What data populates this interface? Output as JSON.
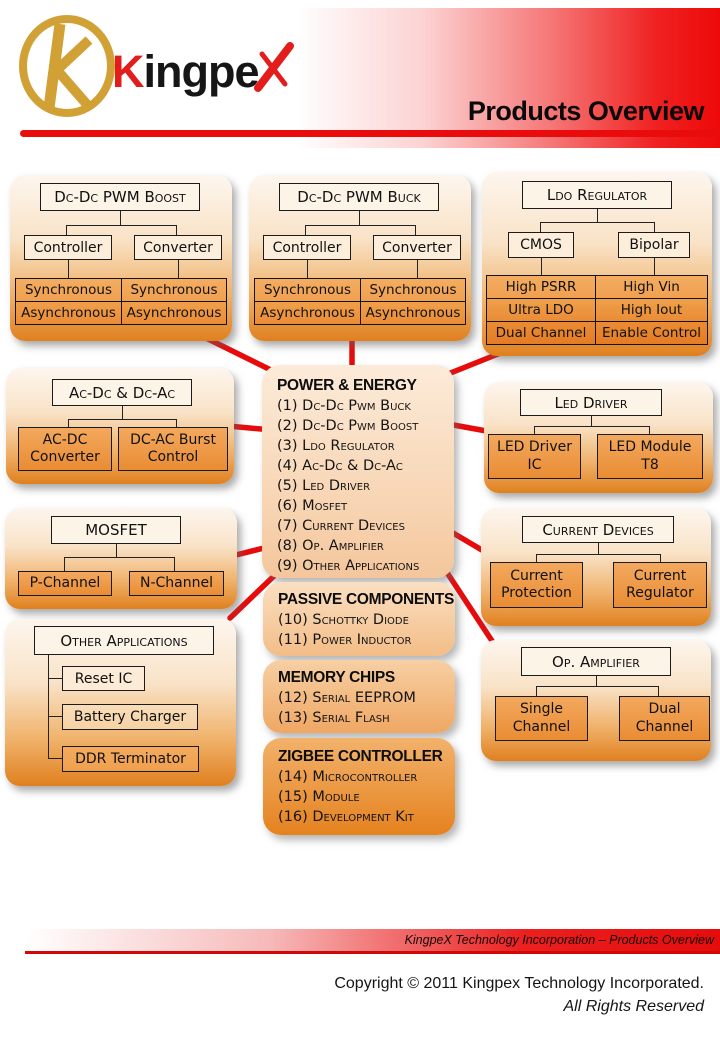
{
  "header": {
    "brand_k": "K",
    "brand_rest": "ingpe",
    "title": "Products Overview"
  },
  "colors": {
    "accent_red": "#ea0c0c",
    "logo_gold": "#d2a136",
    "panel_orange": "#e0801f"
  },
  "panels": {
    "boost": {
      "title": "Dc-Dc PWM Boost",
      "children": [
        "Controller",
        "Converter"
      ],
      "left_rows": [
        "Synchronous",
        "Asynchronous"
      ],
      "right_rows": [
        "Synchronous",
        "Asynchronous"
      ]
    },
    "buck": {
      "title": "Dc-Dc PWM Buck",
      "children": [
        "Controller",
        "Converter"
      ],
      "left_rows": [
        "Synchronous",
        "Asynchronous"
      ],
      "right_rows": [
        "Synchronous",
        "Asynchronous"
      ]
    },
    "ldo": {
      "title": "Ldo Regulator",
      "children": [
        "CMOS",
        "Bipolar"
      ],
      "left_rows": [
        "High PSRR",
        "Ultra LDO",
        "Dual Channel"
      ],
      "right_rows": [
        "High Vin",
        "High Iout",
        "Enable Control"
      ]
    },
    "acdc": {
      "title": "Ac-Dc & Dc-Ac",
      "children": [
        "AC-DC Converter",
        "DC-AC Burst Control"
      ]
    },
    "mosfet": {
      "title": "MOSFET",
      "children": [
        "P-Channel",
        "N-Channel"
      ]
    },
    "other": {
      "title": "Other Applications",
      "children": [
        "Reset IC",
        "Battery Charger",
        "DDR Terminator"
      ]
    },
    "led": {
      "title": "Led Driver",
      "children": [
        "LED Driver IC",
        "LED Module T8"
      ]
    },
    "current": {
      "title": "Current Devices",
      "children": [
        "Current Protection",
        "Current Regulator"
      ]
    },
    "opamp": {
      "title": "Op. Amplifier",
      "children": [
        "Single Channel",
        "Dual Channel"
      ]
    }
  },
  "center": {
    "power": {
      "heading": "POWER & ENERGY",
      "items": [
        "(1) Dc-Dc Pwm Buck",
        "(2) Dc-Dc Pwm Boost",
        "(3) Ldo Regulator",
        "(4) Ac-Dc & Dc-Ac",
        "(5) Led Driver",
        "(6) Mosfet",
        "(7) Current Devices",
        "(8) Op. Amplifier",
        "(9) Other Applications"
      ]
    },
    "passive": {
      "heading": "PASSIVE COMPONENTS",
      "items": [
        "(10) Schottky Diode",
        "(11) Power Inductor"
      ]
    },
    "memory": {
      "heading": "MEMORY CHIPS",
      "items": [
        "(12) Serial EEPROM",
        "(13) Serial Flash"
      ]
    },
    "zigbee": {
      "heading": "ZIGBEE CONTROLLER",
      "items": [
        "(14) Microcontroller",
        "(15) Module",
        "(16) Development Kit"
      ]
    }
  },
  "footer": {
    "banner": "KingpeX Technology Incorporation – Products Overview",
    "copyright": "Copyright © 2011 Kingpex Technology Incorporated.",
    "rights": "All Rights Reserved"
  }
}
